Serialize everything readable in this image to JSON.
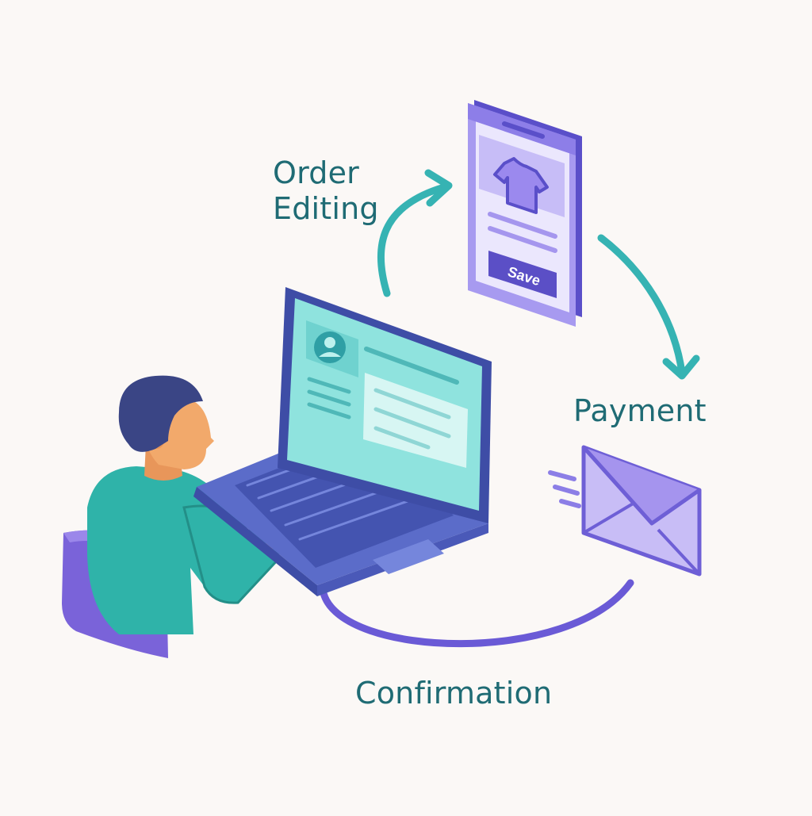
{
  "flow": {
    "steps": [
      {
        "label": "Order\nEditing"
      },
      {
        "label": "Payment"
      },
      {
        "label": "Confirmation"
      }
    ]
  },
  "phone": {
    "button_label": "Save"
  },
  "icons": [
    "shirt-icon",
    "user-avatar-icon",
    "envelope-icon"
  ],
  "colors": {
    "background": "#fbf8f6",
    "label_text": "#1f6b74",
    "teal_arrow": "#36b3b3",
    "purple_arrow": "#6a5ad6",
    "laptop_body": "#5b6cc9",
    "laptop_screen": "#8fe3de",
    "phone_body": "#a79af0",
    "person_shirt": "#2fb3a9",
    "person_hair": "#3a4585",
    "skin": "#f2a96b",
    "chair": "#7a63d9"
  }
}
